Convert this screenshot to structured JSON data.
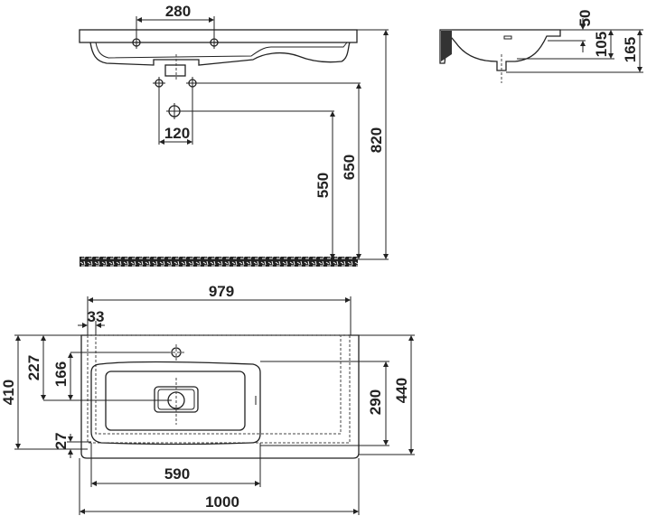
{
  "front_view": {
    "tap_hole_spacing": "280",
    "trap_hole_spacing": "120",
    "waste_height": "550",
    "supply_height": "650",
    "top_height": "820"
  },
  "side_view": {
    "basin_depth": "50",
    "bowl_depth": "105",
    "overall_height": "165"
  },
  "top_view": {
    "inner_width": "979",
    "left_offset": "33",
    "depth": "410",
    "drain_from_back": "227",
    "tap_to_drain": "166",
    "front_offset": "27",
    "bowl_depth": "290",
    "overall_depth": "440",
    "bowl_width": "590",
    "overall_width": "1000"
  },
  "colors": {
    "line": "#222222"
  }
}
